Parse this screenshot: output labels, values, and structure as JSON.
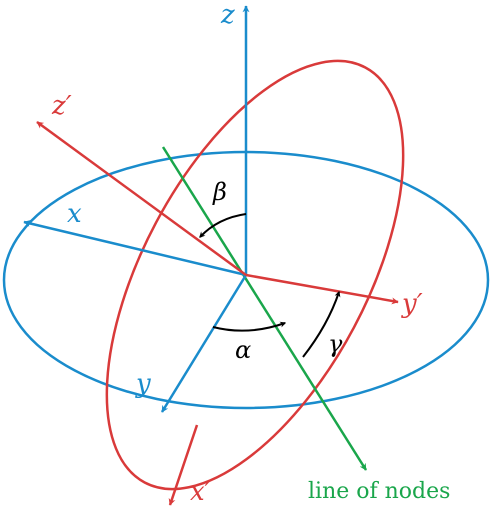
{
  "colors": {
    "original_frame": "#1a8ccc",
    "rotated_frame": "#d93a3a",
    "line_of_nodes": "#1aa64b",
    "angle_arcs": "#000000"
  },
  "labels": {
    "z": "z",
    "x": "x",
    "y": "y",
    "z_prime": "z′",
    "x_prime": "x′",
    "y_prime": "y′",
    "alpha": "α",
    "beta": "β",
    "gamma": "γ",
    "line_of_nodes": "line of nodes"
  }
}
